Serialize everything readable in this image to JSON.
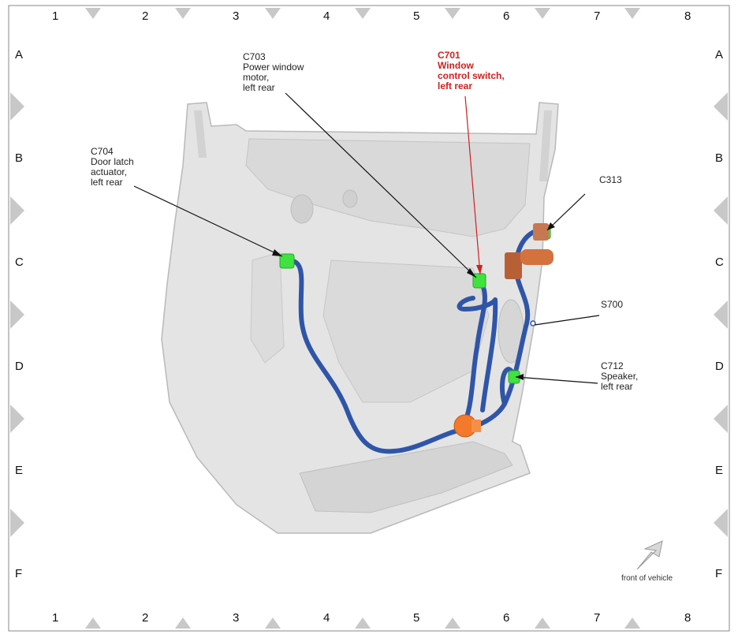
{
  "grid": {
    "columns": [
      "1",
      "2",
      "3",
      "4",
      "5",
      "6",
      "7",
      "8"
    ],
    "rows": [
      "A",
      "B",
      "C",
      "D",
      "E",
      "F"
    ]
  },
  "callouts": {
    "c703": "C703\nPower window\nmotor,\nleft rear",
    "c701": "C701\nWindow\ncontrol switch,\nleft rear",
    "c704": "C704\nDoor latch\nactuator,\nleft rear",
    "c313": "C313",
    "s700": "S700",
    "c712": "C712\nSpeaker,\nleft rear"
  },
  "front_of_vehicle": "front of vehicle",
  "colors": {
    "harness": "#2f55a8",
    "connector": "#3fe23f",
    "bolt": "#d4723e",
    "grommet": "#f27a2a",
    "highlight_label": "#d0201e",
    "door_panel": "#e2e2e2"
  }
}
